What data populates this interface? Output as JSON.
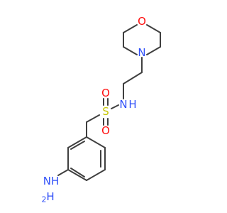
{
  "colors": {
    "bond": "#3f3f3f",
    "oxygen": "#ff0d0d",
    "nitrogen": "#3050f8",
    "sulfur": "#c6c600"
  },
  "atoms": {
    "o_ring": "O",
    "n_ring": "N",
    "n_amide": "N",
    "n_amide_h": "H",
    "sulfur": "S",
    "o_left": "O",
    "o_bottom": "O",
    "nh2": "NH",
    "nh2_h": "H",
    "nh2_sub": "2"
  }
}
